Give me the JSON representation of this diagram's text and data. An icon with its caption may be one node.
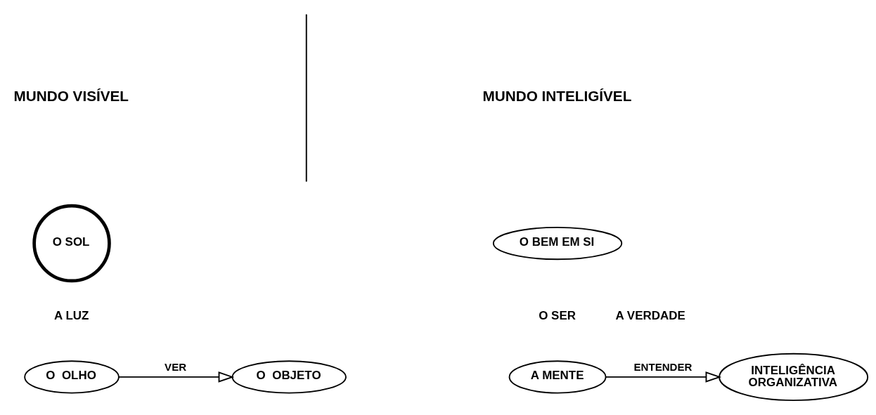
{
  "diagram": {
    "nodes": [
      {
        "text": [
          "O SOL"
        ],
        "beside": [
          "A LUZ"
        ]
      },
      {
        "text": [
          "O  OLHO"
        ]
      },
      {
        "text": [
          "O  OBJETO"
        ]
      },
      {
        "text": [
          "O BEM EM SI"
        ]
      },
      {
        "text": [
          "A MENTE"
        ]
      },
      {
        "text": [
          "INTELIGÊNCIA ORGANIZATIVA"
        ]
      }
    ],
    "edges": [
      {
        "from": 1,
        "to": 2,
        "arrow": "to",
        "label": "VER"
      },
      {
        "from": 4,
        "to": 5,
        "arrow": "to",
        "label": "ENTENDER"
      }
    ],
    "labels": [
      "MUNDO VISÍVEL",
      "MUNDO INTELIGÍVEL",
      "O SER",
      "A VERDADE"
    ]
  }
}
